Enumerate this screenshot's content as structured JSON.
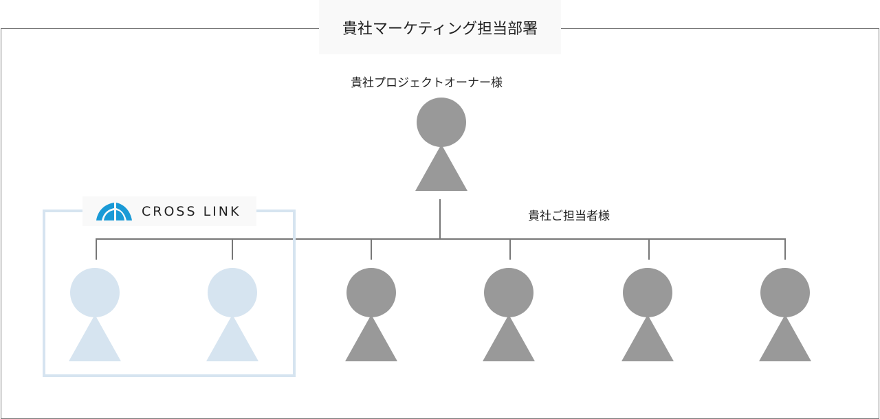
{
  "department_title": "貴社マーケティング担当部署",
  "owner_label": "貴社プロジェクトオーナー様",
  "staff_label": "貴社ご担当者様",
  "partner": {
    "logo_text": "CROSS LINK"
  },
  "colors": {
    "client_person": "#999999",
    "partner_person": "#d6e4f0",
    "line": "#777777",
    "logo_blue": "#1a9ad6"
  }
}
